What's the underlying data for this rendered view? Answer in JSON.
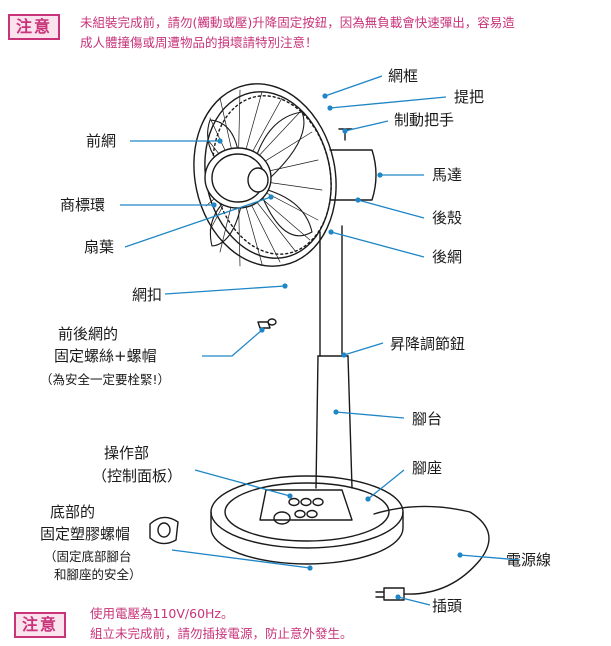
{
  "top_note": {
    "badge": "注意",
    "line1": "未組裝完成前，請勿(觸動或壓)升降固定按鈕，因為無負載會快速彈出，容易造",
    "line2": "成人體撞傷或周遭物品的損壞請特別注意！"
  },
  "labels": {
    "frame": "網框",
    "handle": "提把",
    "brake_handle": "制動把手",
    "front_guard": "前網",
    "motor": "馬達",
    "logo_ring": "商標環",
    "rear_housing": "後殼",
    "blade": "扇葉",
    "rear_guard": "後網",
    "guard_clip": "網扣",
    "screw_line1": "前後網的",
    "screw_line2": "固定螺絲+螺帽",
    "screw_note": "（為安全一定要栓緊!）",
    "height_knob": "昇降調節鈕",
    "stand": "腳台",
    "control_line1": "操作部",
    "control_line2": "（控制面板）",
    "base": "腳座",
    "bottom_line1": "底部的",
    "bottom_line2": "固定塑膠螺帽",
    "bottom_note1": "（固定底部腳台",
    "bottom_note2": "和腳座的安全）",
    "power_cord": "電源線",
    "plug": "插頭"
  },
  "bottom_note": {
    "badge": "注意",
    "line1": "使用電壓為110V/60Hz。",
    "line2": "組立未完成前，請勿插接電源，防止意外發生。"
  },
  "colors": {
    "accent_pink": "#c8337a",
    "badge_bg": "#fbe3ee",
    "leader_blue": "#1f86c7",
    "line_art": "#1a1a1a"
  }
}
